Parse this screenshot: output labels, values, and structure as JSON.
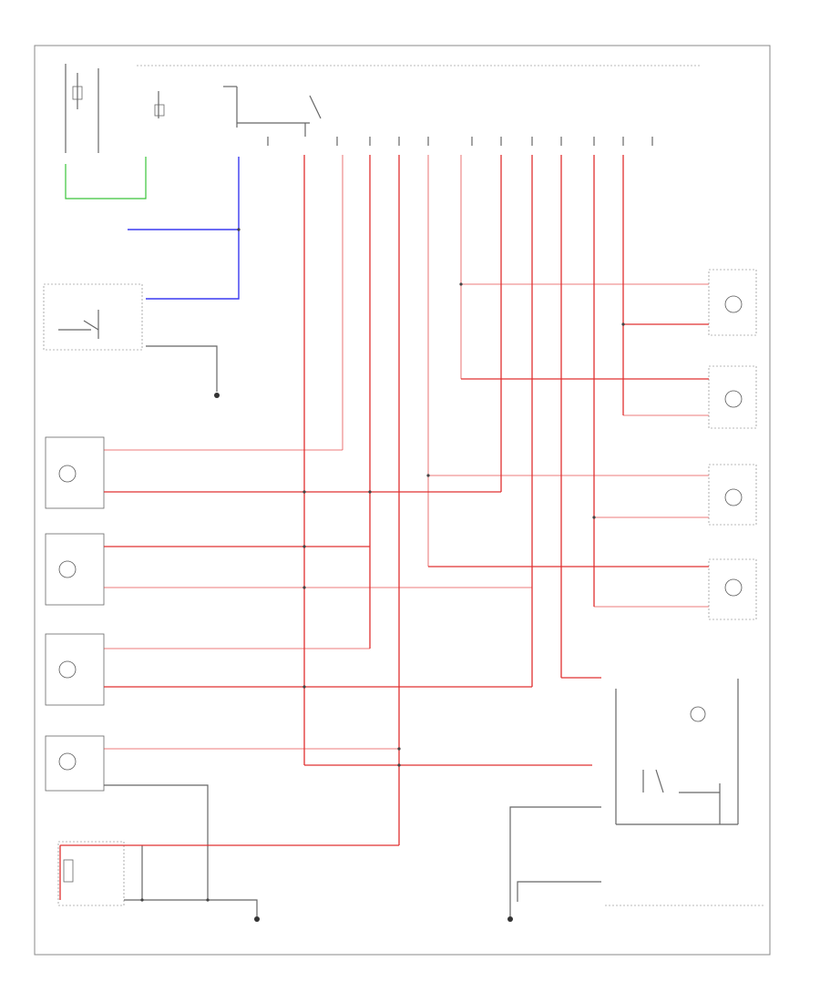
{
  "diagram": {
    "components": [
      {
        "id": "dimmer-box",
        "caption": ""
      },
      {
        "id": "combination-switch",
        "caption": ""
      },
      {
        "id": "lamp-l1",
        "caption": ""
      },
      {
        "id": "lamp-l2",
        "caption": ""
      },
      {
        "id": "lamp-l3",
        "caption": ""
      },
      {
        "id": "lamp-l4",
        "caption": ""
      },
      {
        "id": "lamp-r1",
        "caption": ""
      },
      {
        "id": "lamp-r2",
        "caption": ""
      },
      {
        "id": "lamp-r3",
        "caption": ""
      },
      {
        "id": "lamp-r4",
        "caption": ""
      },
      {
        "id": "relay-box",
        "caption": ""
      },
      {
        "id": "ground-1",
        "caption": ""
      },
      {
        "id": "ground-2",
        "caption": ""
      }
    ],
    "wire_colors": {
      "red": "#e03030",
      "gray": "#666666",
      "blue": "#3a3af0",
      "green": "#39c439"
    }
  }
}
